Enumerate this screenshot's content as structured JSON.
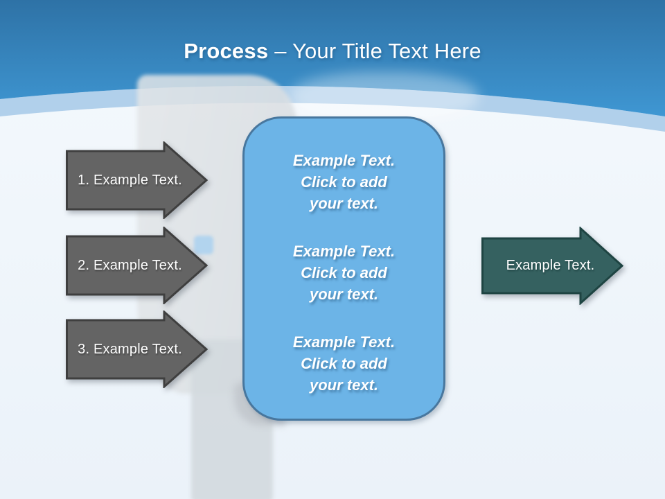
{
  "slide": {
    "title": {
      "bold": "Process",
      "rest": "– Your Title Text Here"
    },
    "left_arrows": [
      {
        "label": "1. Example Text."
      },
      {
        "label": "2. Example Text."
      },
      {
        "label": "3. Example Text."
      }
    ],
    "center_box": {
      "paragraphs": [
        "Example Text.\nClick  to add\nyour text.",
        "Example Text.\nClick  to add\nyour text.",
        "Example Text.\nClick  to add\nyour text."
      ]
    },
    "right_arrow": {
      "label": "Example Text."
    },
    "colors": {
      "header_gradient_top": "#2E72A6",
      "header_gradient_bottom": "#3F97D3",
      "band": "#B9D3EE",
      "box_fill": "#6CB4E7",
      "box_border": "#48779E",
      "gray_arrow_fill": "#646464",
      "gray_arrow_border": "#3F3F3F",
      "teal_arrow_fill": "#356160",
      "teal_arrow_border": "#1E4442",
      "background": "#F0F6FB"
    }
  }
}
